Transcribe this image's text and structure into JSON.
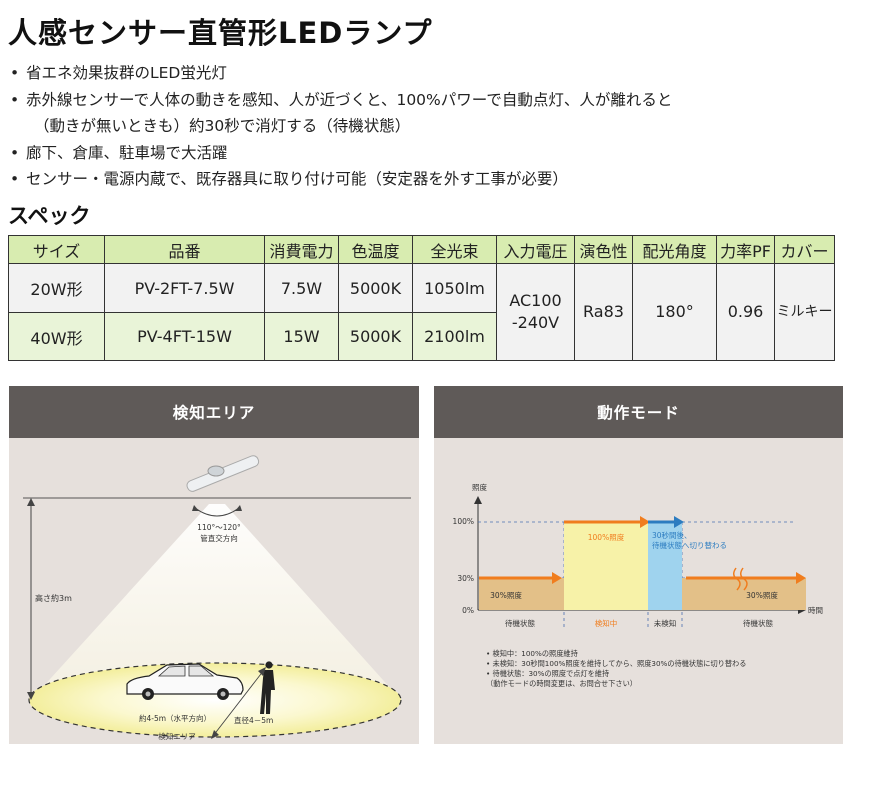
{
  "title": "人感センサー直管形LEDランプ",
  "bullets": [
    "省エネ効果抜群のLED蛍光灯",
    "赤外線センサーで人体の動きを感知、人が近づくと、100%パワーで自動点灯、人が離れると",
    "（動きが無いときも）約30秒で消灯する（待機状態）",
    "廊下、倉庫、駐車場で大活躍",
    "センサー・電源内蔵で、既存器具に取り付け可能（安定器を外す工事が必要）"
  ],
  "spec": {
    "heading": "スペック",
    "headers": [
      "サイズ",
      "品番",
      "消費電力",
      "色温度",
      "全光束",
      "入力電圧",
      "演色性",
      "配光角度",
      "力率PF",
      "カバー"
    ],
    "rows": [
      {
        "size": "20W形",
        "model": "PV-2FT-7.5W",
        "power": "7.5W",
        "color_temp": "5000K",
        "lumens": "1050lm"
      },
      {
        "size": "40W形",
        "model": "PV-4FT-15W",
        "power": "15W",
        "color_temp": "5000K",
        "lumens": "2100lm"
      }
    ],
    "shared": {
      "voltage_line1": "AC100",
      "voltage_line2": "-240V",
      "cri": "Ra83",
      "beam_angle": "180°",
      "pf": "0.96",
      "cover": "ミルキー"
    }
  },
  "detection_panel": {
    "title": "検知エリア",
    "height_label": "高さ約3m",
    "angle_label": "110°～120°",
    "angle_sub": "管直交方向",
    "width_label": "約4-5m（水平方向）",
    "diameter_label": "直径4－5m",
    "area_label": "検知エリア"
  },
  "mode_panel": {
    "title": "動作モード",
    "y_axis_label": "照度",
    "x_axis_label": "時間",
    "ticks": [
      "100%",
      "30%",
      "0%"
    ],
    "segments": [
      {
        "label": "30%照度",
        "state": "待機状態",
        "level": 30
      },
      {
        "label": "100%照度",
        "state": "検知中",
        "level": 100
      },
      {
        "label_line1": "30秒間後、",
        "label_line2": "待機状態へ切り替わる",
        "state": "未検知",
        "level": 100
      },
      {
        "label": "30%照度",
        "state": "待機状態",
        "level": 30
      }
    ],
    "notes": [
      "• 検知中：100%の照度維持",
      "• 未検知：30秒間100%照度を維持してから、照度30%の待機状態に切り替わる",
      "• 待機状態：30%の照度で点灯を維持",
      "（動作モードの時間変更は、お問合せ下さい）"
    ],
    "colors": {
      "standby": "#e3c088",
      "active": "#f7f2a8",
      "undetected": "#9fd3ee",
      "arrow_orange": "#f07d1e",
      "arrow_blue": "#2c7cc0"
    }
  }
}
